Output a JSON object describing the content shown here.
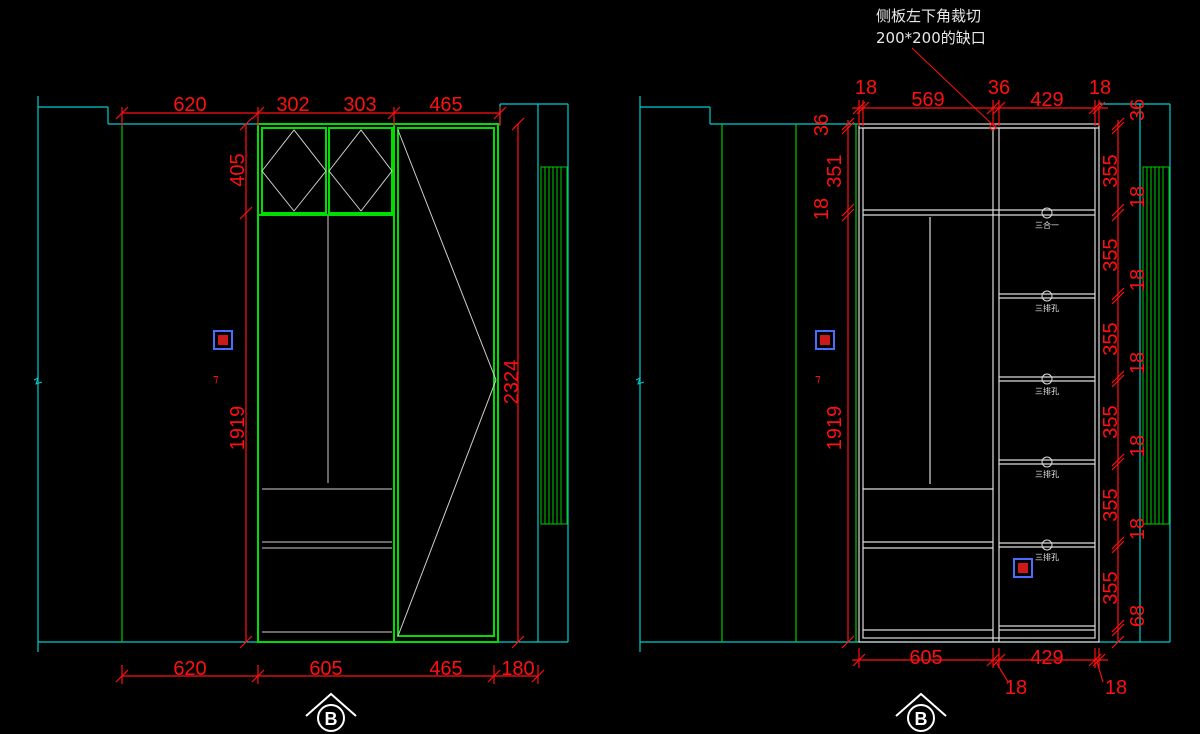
{
  "annotation": {
    "line1": "侧板左下角裁切",
    "line2": "200*200的缺口"
  },
  "left_view": {
    "top_dims": [
      "620",
      "302",
      "303",
      "465"
    ],
    "bottom_dims": [
      "620",
      "605",
      "465",
      "180"
    ],
    "vertical_dims": [
      "405",
      "1919",
      "2324"
    ],
    "section_mark": "B"
  },
  "right_view": {
    "top_dims": [
      "18",
      "569",
      "36",
      "429",
      "18"
    ],
    "left_vertical_dims": [
      "36",
      "351",
      "18",
      "1919"
    ],
    "right_vertical_dims": [
      "36",
      "355",
      "18",
      "355",
      "18",
      "355",
      "18",
      "355",
      "18",
      "355",
      "18",
      "355",
      "68"
    ],
    "bottom_dims": [
      "605",
      "429"
    ],
    "bottom_small_dims": [
      "18",
      "18"
    ],
    "shelf_labels": [
      "三合一",
      "三排孔",
      "三排孔",
      "三排孔",
      "三排孔"
    ],
    "section_mark": "B"
  },
  "colors": {
    "dimension": "#ff1010",
    "cabinet": "#00e000",
    "wall": "#00cccc",
    "linework": "#d8d8d8"
  }
}
